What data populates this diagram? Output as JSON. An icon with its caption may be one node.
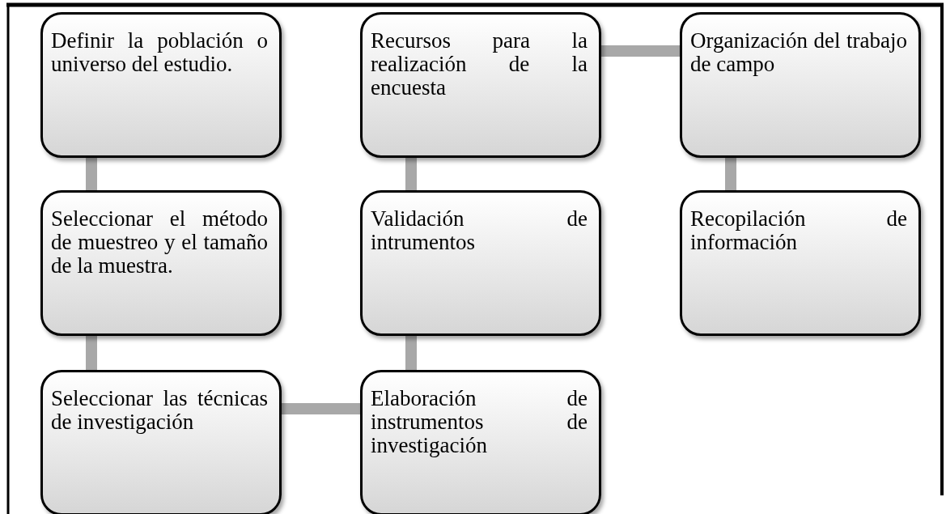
{
  "diagram": {
    "nodes": [
      {
        "text": [
          "Definir la población o universo del estudio."
        ]
      },
      {
        "text": [
          "Seleccionar el método de muestreo y el tamaño de la muestra."
        ]
      },
      {
        "text": [
          "Seleccionar las técnicas de investigación"
        ]
      },
      {
        "text": [
          "Elaboración de instrumentos de investigación"
        ]
      },
      {
        "text": [
          "Validación de intrumentos"
        ]
      },
      {
        "text": [
          "Recursos para la realización de la encuesta"
        ]
      },
      {
        "text": [
          "Organización del trabajo de campo"
        ]
      },
      {
        "text": [
          "Recopilación de información"
        ]
      }
    ],
    "edges": [
      {
        "from": 0,
        "to": 1,
        "arrow": "none"
      },
      {
        "from": 1,
        "to": 2,
        "arrow": "none"
      },
      {
        "from": 2,
        "to": 3,
        "arrow": "none"
      },
      {
        "from": 3,
        "to": 4,
        "arrow": "none"
      },
      {
        "from": 4,
        "to": 5,
        "arrow": "none"
      },
      {
        "from": 5,
        "to": 6,
        "arrow": "none"
      },
      {
        "from": 6,
        "to": 7,
        "arrow": "none"
      }
    ]
  }
}
